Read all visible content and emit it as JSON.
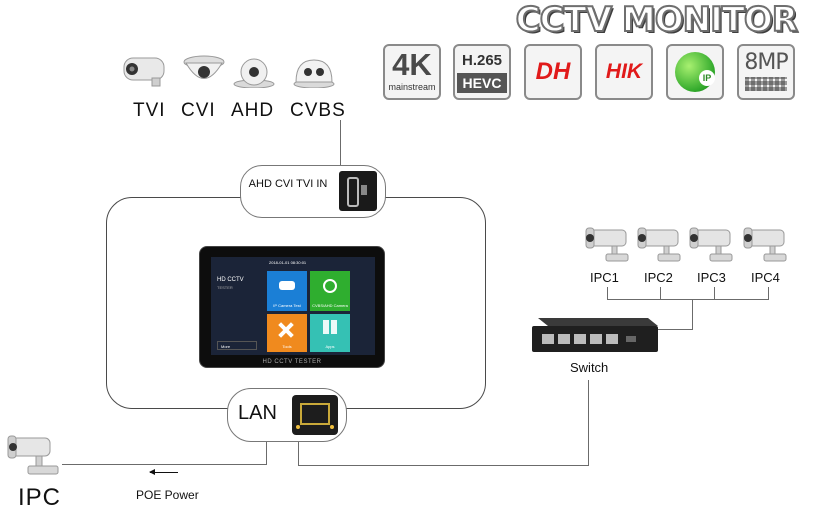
{
  "title": "CCTV MONITOR",
  "badges": [
    {
      "top": "4K",
      "bottom": "mainstream"
    },
    {
      "top": "H.265",
      "bottom": "HEVC"
    },
    {
      "top": "DH"
    },
    {
      "top": "HIK"
    },
    {
      "top": "IP"
    },
    {
      "top": "8MP"
    }
  ],
  "analog_cameras": [
    "TVI",
    "CVI",
    "AHD",
    "CVBS"
  ],
  "analog_input_label": "AHD CVI TVI IN",
  "ip_cameras": [
    "IPC1",
    "IPC2",
    "IPC3",
    "IPC4"
  ],
  "switch_label": "Switch",
  "lan_label": "LAN",
  "ipc_label": "IPC",
  "poe_label": "POE Power",
  "device": {
    "datetime": "2018-01-01 08:30:01",
    "app_name": "HD CCTV",
    "app_sub": "TESTER",
    "tile1": "IP Camera Test",
    "tile2": "CVBS/AHD Camera",
    "tile3": "Tools",
    "tile4": "Apps",
    "more": "More",
    "bottom_label": "HD CCTV TESTER"
  }
}
